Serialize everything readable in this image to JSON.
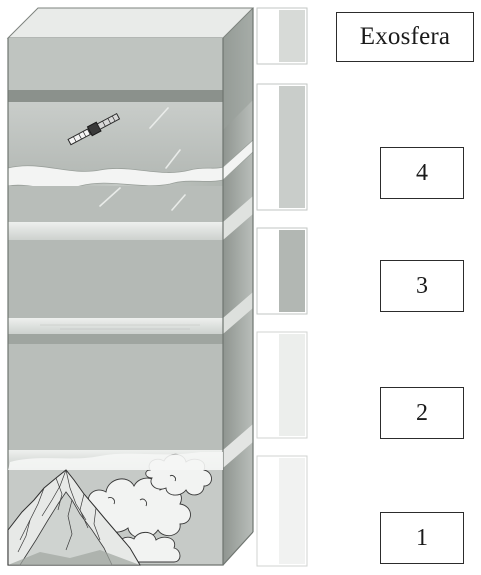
{
  "labels": {
    "top_layer": "Exosfera",
    "layers": [
      "4",
      "3",
      "2",
      "1"
    ]
  },
  "colors": {
    "page_background": "#ffffff",
    "band_light": "#d9dcd9",
    "band_mid": "#b7bcb8",
    "band_dark": "#9ea49f",
    "box_border": "#2c2c2c",
    "text": "#1a1a1a"
  },
  "icons": {
    "satellite": "satellite-icon",
    "mountains": "mountain-icon",
    "clouds": "cloud-icon"
  }
}
